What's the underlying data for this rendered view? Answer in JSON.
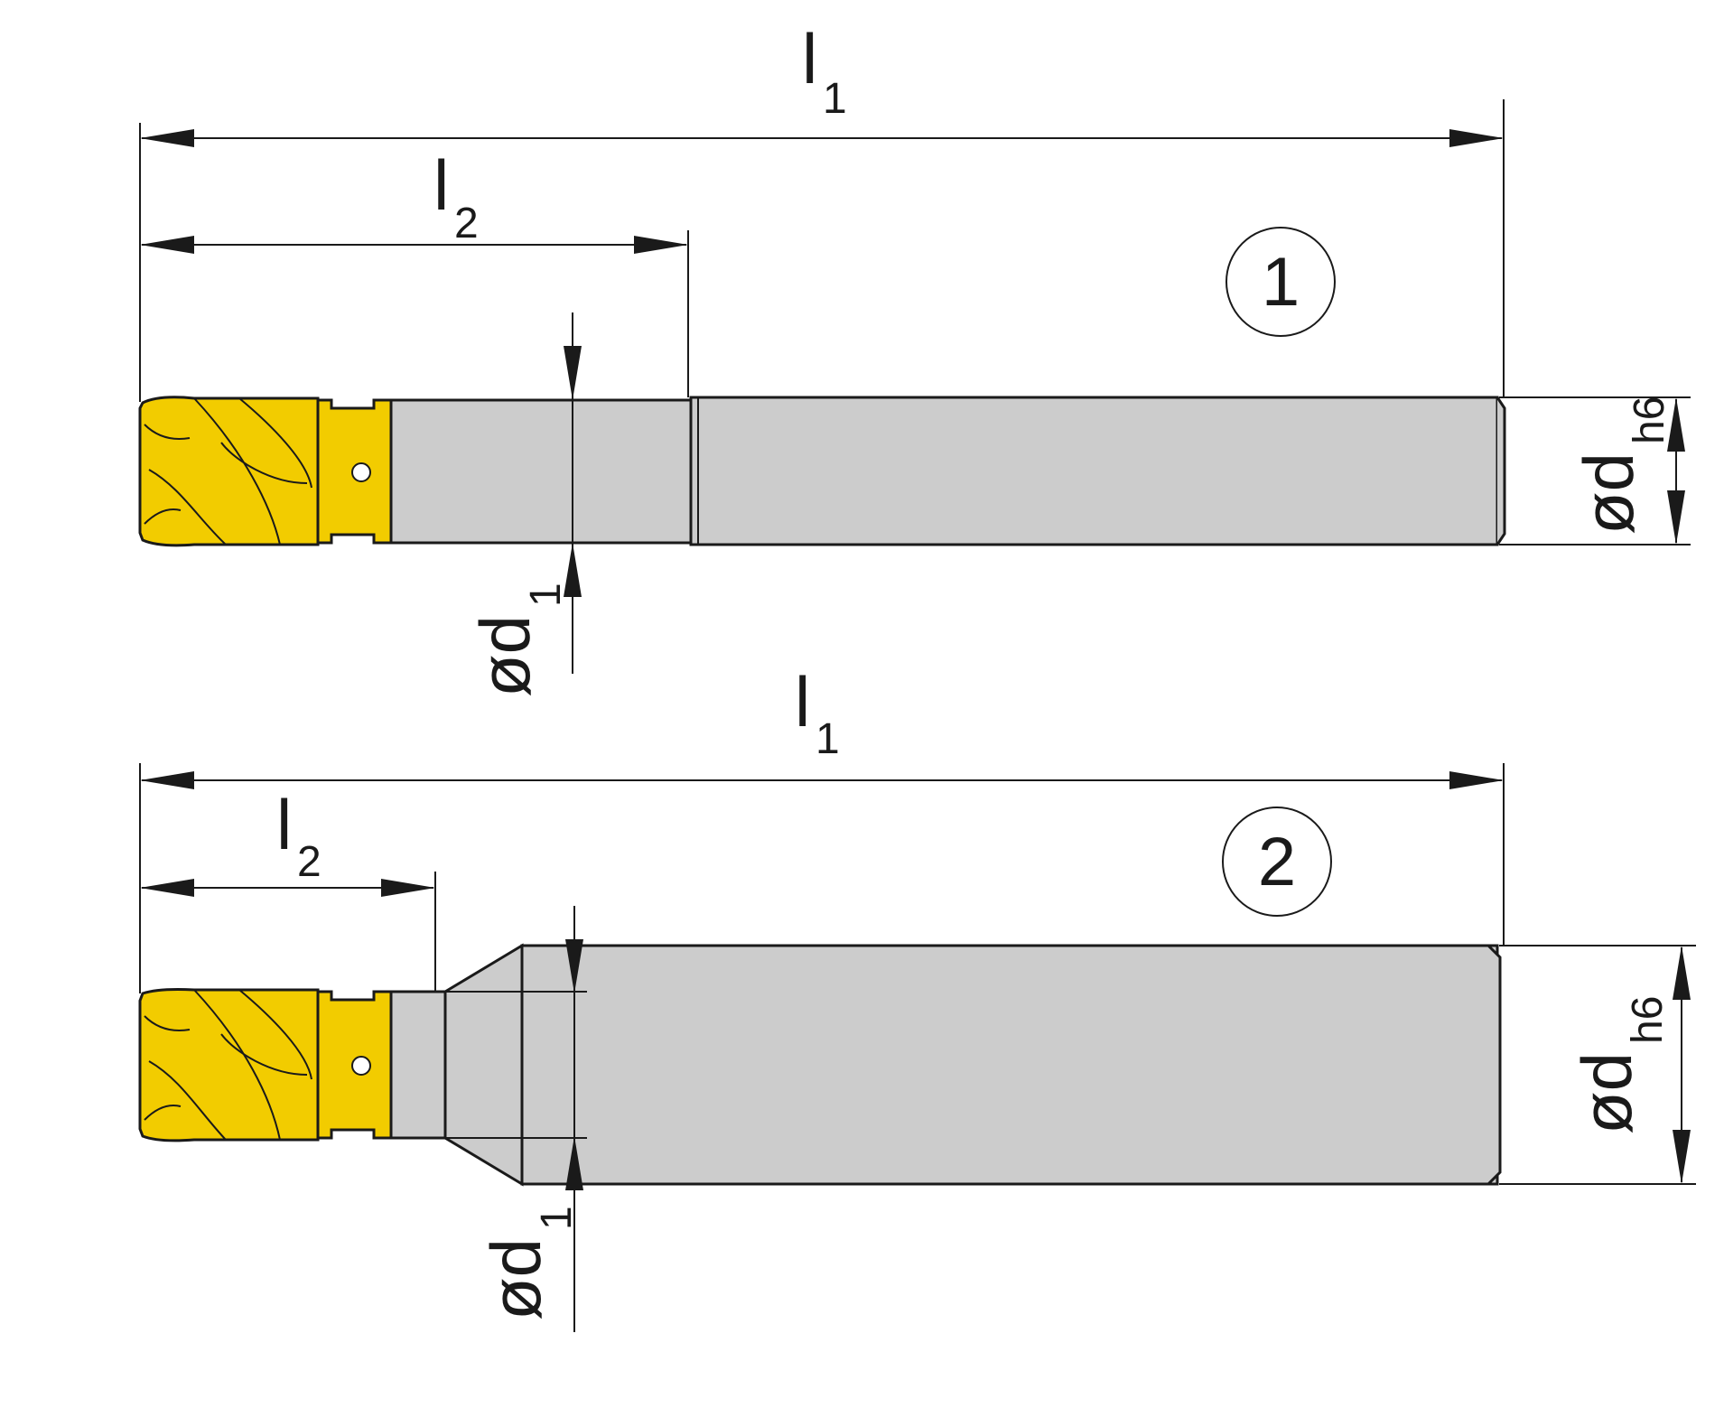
{
  "colors": {
    "background": "#ffffff",
    "line": "#1a1a1a",
    "steel": "#cccccc",
    "head": "#f2cc00"
  },
  "labels": {
    "l": "l",
    "od": "ød",
    "sub_1": "1",
    "sub_2": "2",
    "sub_h6": "h6"
  },
  "variants": [
    {
      "callout": "1"
    },
    {
      "callout": "2"
    }
  ]
}
